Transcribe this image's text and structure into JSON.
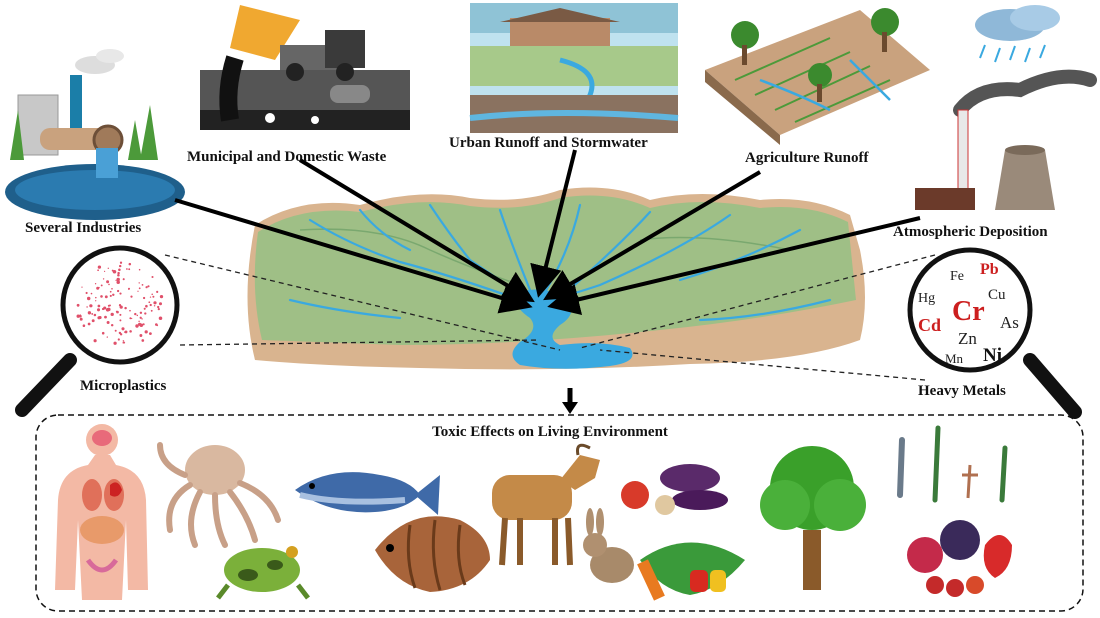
{
  "sources": {
    "industries": "Several Industries",
    "municipal": "Municipal and Domestic Waste",
    "urban": "Urban Runoff and Stormwater",
    "agriculture": "Agriculture Runoff",
    "atmospheric": "Atmospheric Deposition"
  },
  "pollutants": {
    "microplastics": "Microplastics",
    "heavy_metals": "Heavy Metals",
    "metals": [
      "Fe",
      "Pb",
      "Hg",
      "Cr",
      "Cu",
      "Cd",
      "As",
      "Zn",
      "Mn",
      "Ni"
    ]
  },
  "effects": {
    "title": "Toxic Effects on Living Environment"
  },
  "colors": {
    "water": "#3aa9e0",
    "land": "#9fbf86",
    "soil": "#d9b48f",
    "metal_highlight": "#cc1f1f",
    "arrow": "#000000"
  }
}
